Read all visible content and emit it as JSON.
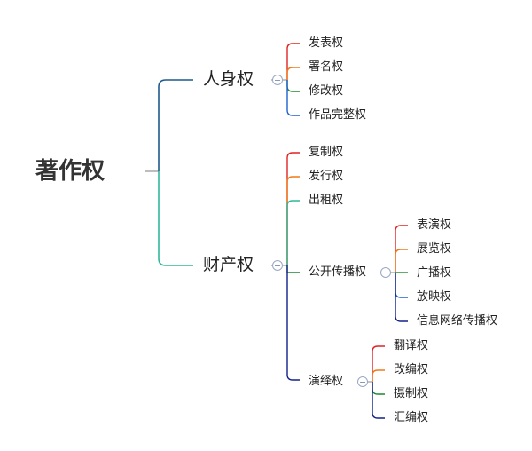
{
  "root": {
    "label": "著作权"
  },
  "personal": {
    "label": "人身权",
    "items": [
      "发表权",
      "署名权",
      "修改权",
      "作品完整权"
    ]
  },
  "property": {
    "label": "财产权",
    "items": [
      "复制权",
      "发行权",
      "出租权"
    ],
    "communication": {
      "label": "公开传播权",
      "items": [
        "表演权",
        "展览权",
        "广播权",
        "放映权",
        "信息网络传播权"
      ]
    },
    "derivative": {
      "label": "演绎权",
      "items": [
        "翻译权",
        "改编权",
        "摄制权",
        "汇编权"
      ]
    }
  },
  "colors": {
    "red": "#e02424",
    "orange": "#f07a1a",
    "green": "#1c8a2e",
    "blue": "#1f5fcf",
    "navy": "#12208a",
    "teal_blue": "#1d5a8c",
    "teal": "#2fb99a",
    "root_stem": "#999999"
  }
}
